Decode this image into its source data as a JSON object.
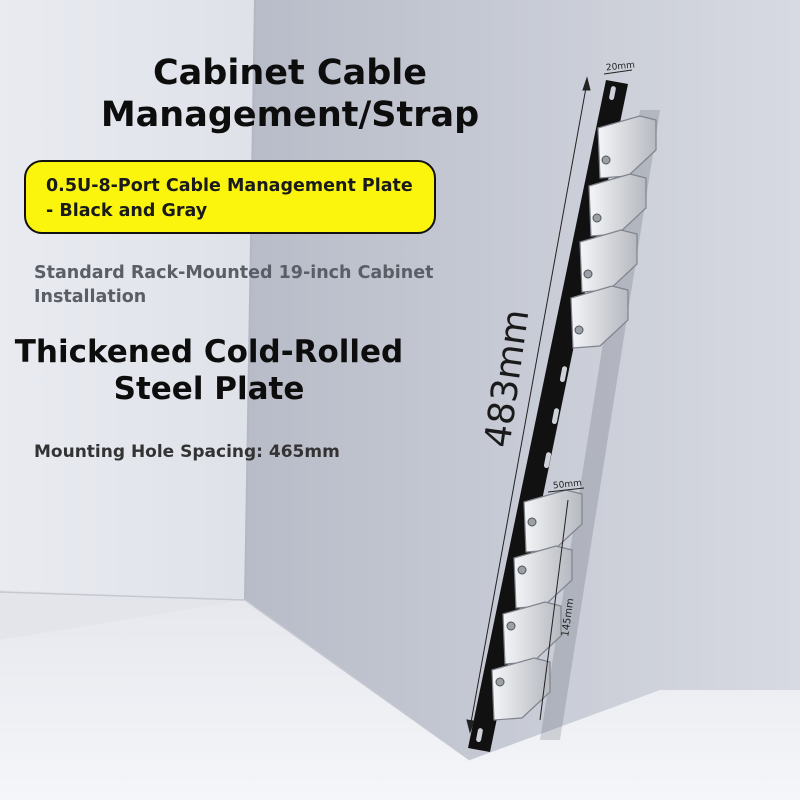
{
  "title": {
    "line1": "Cabinet Cable",
    "line2": "Management/Strap"
  },
  "badge": {
    "line1": "0.5U-8-Port Cable Management Plate",
    "line2": "- Black and Gray"
  },
  "install": {
    "line1": "Standard Rack-Mounted 19-inch Cabinet",
    "line2": "Installation"
  },
  "steel": {
    "line1": "Thickened Cold-Rolled",
    "line2": "Steel Plate"
  },
  "spacing": {
    "text": "Mounting Hole Spacing: 465mm"
  },
  "dimensions": {
    "length": "483mm",
    "width": "20mm",
    "ring_width": "50mm",
    "ring_span": "145mm"
  },
  "colors": {
    "badge": "#fbf50e",
    "plate": "#111111",
    "rings": "#e4e6ea",
    "wall": "#d9dde6"
  }
}
